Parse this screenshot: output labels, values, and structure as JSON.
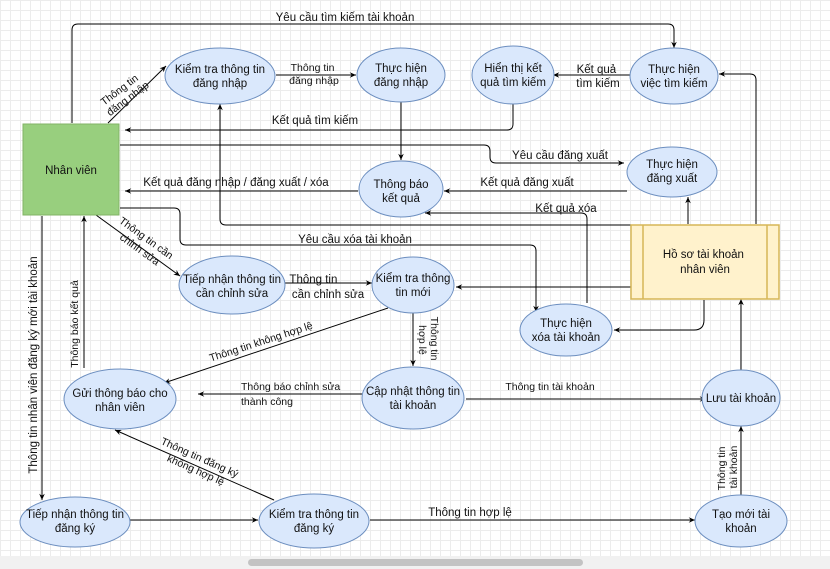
{
  "colors": {
    "ellipse_fill": "#dae8fc",
    "ellipse_stroke": "#6c8ebf",
    "actor_fill": "#98cf7e",
    "store_fill": "#fff2cc",
    "store_stroke": "#d6b656",
    "edge": "#000000"
  },
  "nodes": {
    "nhan_vien": "Nhân viên",
    "ho_so": [
      "Hồ sơ tài khoản",
      "nhân viên"
    ],
    "kiem_tra_dang_nhap": [
      "Kiểm tra thông tin",
      "đăng nhập"
    ],
    "thuc_hien_dang_nhap": [
      "Thực hiện",
      "đăng nhập"
    ],
    "hien_thi_ket_qua": [
      "Hiển thị kết",
      "quả tìm kiếm"
    ],
    "thuc_hien_tim_kiem": [
      "Thực hiện",
      "việc tìm kiếm"
    ],
    "thong_bao_ket_qua": [
      "Thông báo",
      "kết quả"
    ],
    "thuc_hien_dang_xuat": [
      "Thực hiện",
      "đăng xuất"
    ],
    "tiep_nhan_chinh_sua": [
      "Tiếp nhận thông tin",
      "cần chỉnh sửa"
    ],
    "kiem_tra_moi": [
      "Kiểm tra thông",
      "tin mới"
    ],
    "thuc_hien_xoa": [
      "Thực hiện",
      "xóa tài khoản"
    ],
    "gui_thong_bao": [
      "Gửi thông báo cho",
      "nhân viên"
    ],
    "cap_nhat": [
      "Cập nhật thông tin",
      "tài khoản"
    ],
    "luu_tai_khoan": [
      "Lưu tài khoản"
    ],
    "tiep_nhan_dang_ky": [
      "Tiếp nhận thông tin",
      "đăng ký"
    ],
    "kiem_tra_dang_ky": [
      "Kiểm tra thông tin",
      "đăng ký"
    ],
    "tao_moi": [
      "Tạo mới tài",
      "khoản"
    ]
  },
  "edges": {
    "yeu_cau_tim_kiem": "Yêu cầu tìm kiếm tài khoản",
    "thong_tin_dang_nhap_1": [
      "Thông tin",
      "đăng nhập"
    ],
    "thong_tin_dang_nhap_2": [
      "Thông tin",
      "đăng nhập"
    ],
    "ket_qua_tim_kiem_1": [
      "Kết quả",
      "tìm kiếm"
    ],
    "ket_qua_tim_kiem_2": "Kết quả tìm kiếm",
    "yeu_cau_dang_xuat": "Yêu cầu đăng xuất",
    "ket_qua_tong": "Kết quả đăng nhập / đăng xuất / xóa",
    "ket_qua_dang_xuat": "Kết quả đăng xuất",
    "ket_qua_xoa": "Kết quả xóa",
    "yeu_cau_xoa": "Yêu cầu xóa tài khoản",
    "thong_tin_can_chinh_sua_diag": [
      "Thông tin cần",
      "chỉnh sửa"
    ],
    "thong_tin_can_chinh_sua": [
      "Thông tin",
      "cần chỉnh sửa"
    ],
    "thong_bao_ket_qua_v": "Thông báo kết quả",
    "thong_tin_khong_hop_le_1": "Thông tin không hợp lệ",
    "thong_tin_hop_le_v": [
      "Thông tin",
      "hợp lệ"
    ],
    "thong_bao_chinh_sua": [
      "Thông báo chỉnh sửa",
      "thành công"
    ],
    "thong_tin_tai_khoan_1": "Thông tin tài khoản",
    "thong_tin_tai_khoan_v": [
      "Thông tin",
      "tài khoản"
    ],
    "thong_tin_dang_ky_moi": "Thông tin nhân viên đăng ký mới tài khoản",
    "thong_tin_khong_hop_le_2": [
      "Thông tin đăng ký",
      "không hợp lệ"
    ],
    "thong_tin_hop_le": "Thông tin hợp lệ"
  }
}
